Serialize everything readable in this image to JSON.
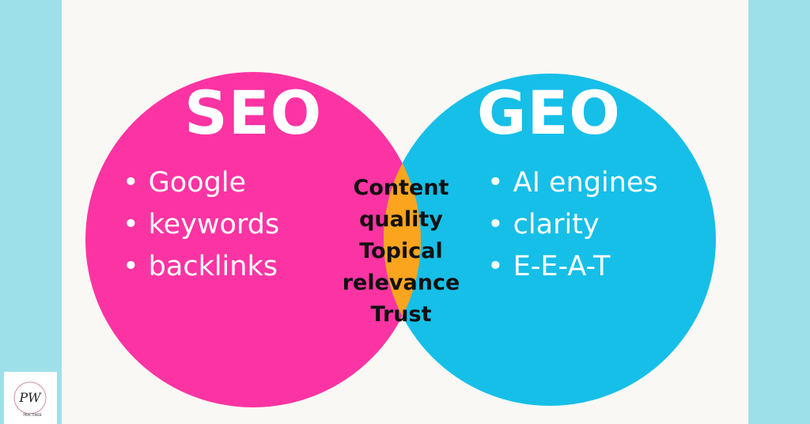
{
  "colors": {
    "seo": "#fc34a3",
    "geo": "#16bfe8",
    "overlap": "#fba51f",
    "border": "#9ee0ea",
    "background": "#faf8f5"
  },
  "seo": {
    "title": "SEO",
    "items": [
      "Google",
      "keywords",
      "backlinks"
    ]
  },
  "geo": {
    "title": "GEO",
    "items": [
      "AI engines",
      "clarity",
      "E-E-A-T"
    ]
  },
  "overlap": {
    "items": [
      "Content",
      "quality",
      "Topical",
      "relevance",
      "Trust"
    ]
  },
  "logo": {
    "initials": "PW",
    "text": "PRACTIWEB"
  }
}
